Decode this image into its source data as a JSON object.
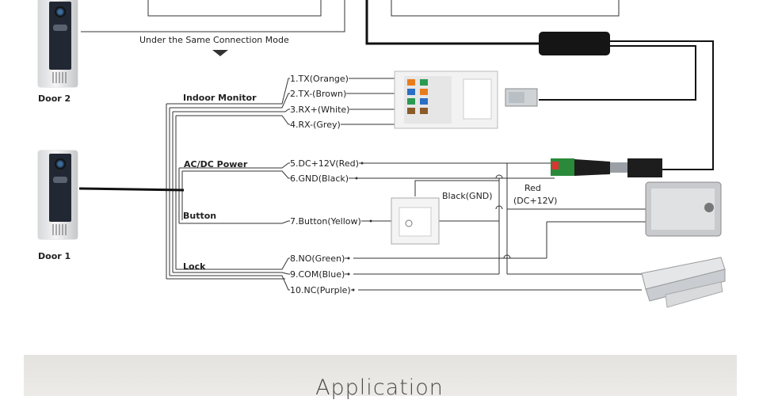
{
  "header": {
    "connection_note": "Under the Same Connection Mode"
  },
  "doors": {
    "door2": "Door 2",
    "door1": "Door 1"
  },
  "groups": {
    "indoor_monitor": "Indoor Monitor",
    "power": "AC/DC Power",
    "button": "Button",
    "lock": "Lock"
  },
  "wires": [
    "1.TX(Orange)",
    "2.TX-(Brown)",
    "3.RX+(White)",
    "4.RX-(Grey)",
    "5.DC+12V(Red)",
    "6.GND(Black)",
    "7.Button(Yellow)",
    "8.NO(Green)",
    "9.COM(Blue)",
    "10.NC(Purple)"
  ],
  "annotations": {
    "black_gnd": "Black(GND)",
    "red": "Red",
    "red_sub": "(DC+12V)"
  },
  "footer": {
    "title": "Application"
  },
  "colors": {
    "line": "#333333",
    "cable": "#111111",
    "banner": "#e8e7e3",
    "device_panel": "#222833"
  }
}
